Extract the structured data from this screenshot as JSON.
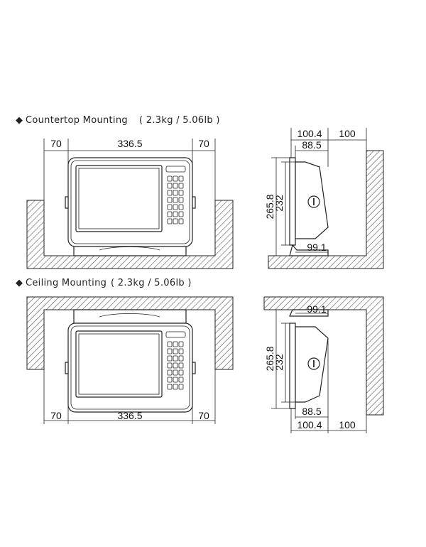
{
  "sections": [
    {
      "heading": "Countertop Mounting",
      "weight": "( 2.3kg / 5.06lb )",
      "front_dims": {
        "side_left": "70",
        "width": "336.5",
        "side_right": "70"
      },
      "side_dims": {
        "depth_total": "100.4",
        "clearance": "100",
        "depth_case": "88.5",
        "height_total": "265.8",
        "height_case": "232",
        "bracket": "99.1"
      }
    },
    {
      "heading": "Ceiling Mounting",
      "weight": "( 2.3kg / 5.06lb )",
      "front_dims": {
        "side_left": "70",
        "width": "336.5",
        "side_right": "70"
      },
      "side_dims": {
        "depth_total": "100.4",
        "clearance": "100",
        "depth_case": "88.5",
        "height_total": "265.8",
        "height_case": "232",
        "bracket": "99.1"
      }
    }
  ]
}
